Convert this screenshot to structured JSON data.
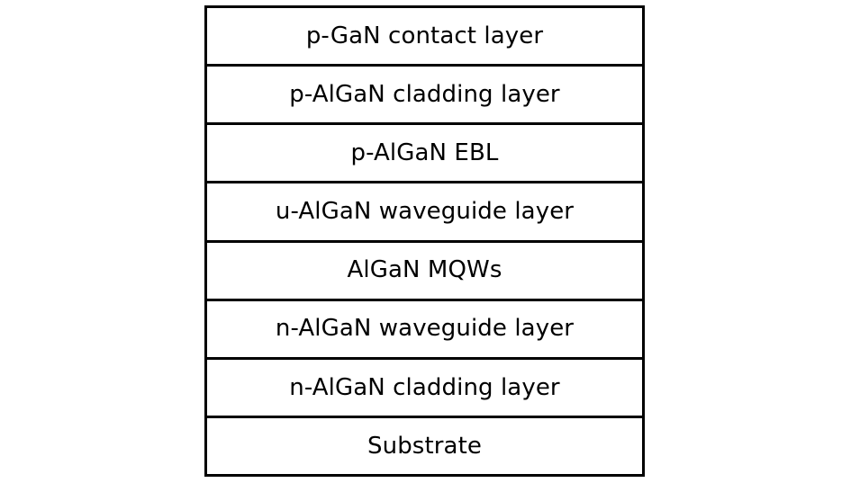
{
  "diagram": {
    "type": "layer-stack",
    "orientation": "vertical-top-to-bottom",
    "background_color": "#ffffff",
    "border_color": "#000000",
    "text_color": "#000000",
    "layers": [
      {
        "label": "p-GaN contact layer"
      },
      {
        "label": "p-AlGaN cladding layer"
      },
      {
        "label": "p-AlGaN EBL"
      },
      {
        "label": "u-AlGaN waveguide layer"
      },
      {
        "label": "AlGaN MQWs"
      },
      {
        "label": "n-AlGaN waveguide layer"
      },
      {
        "label": "n-AlGaN cladding layer"
      },
      {
        "label": "Substrate"
      }
    ]
  }
}
